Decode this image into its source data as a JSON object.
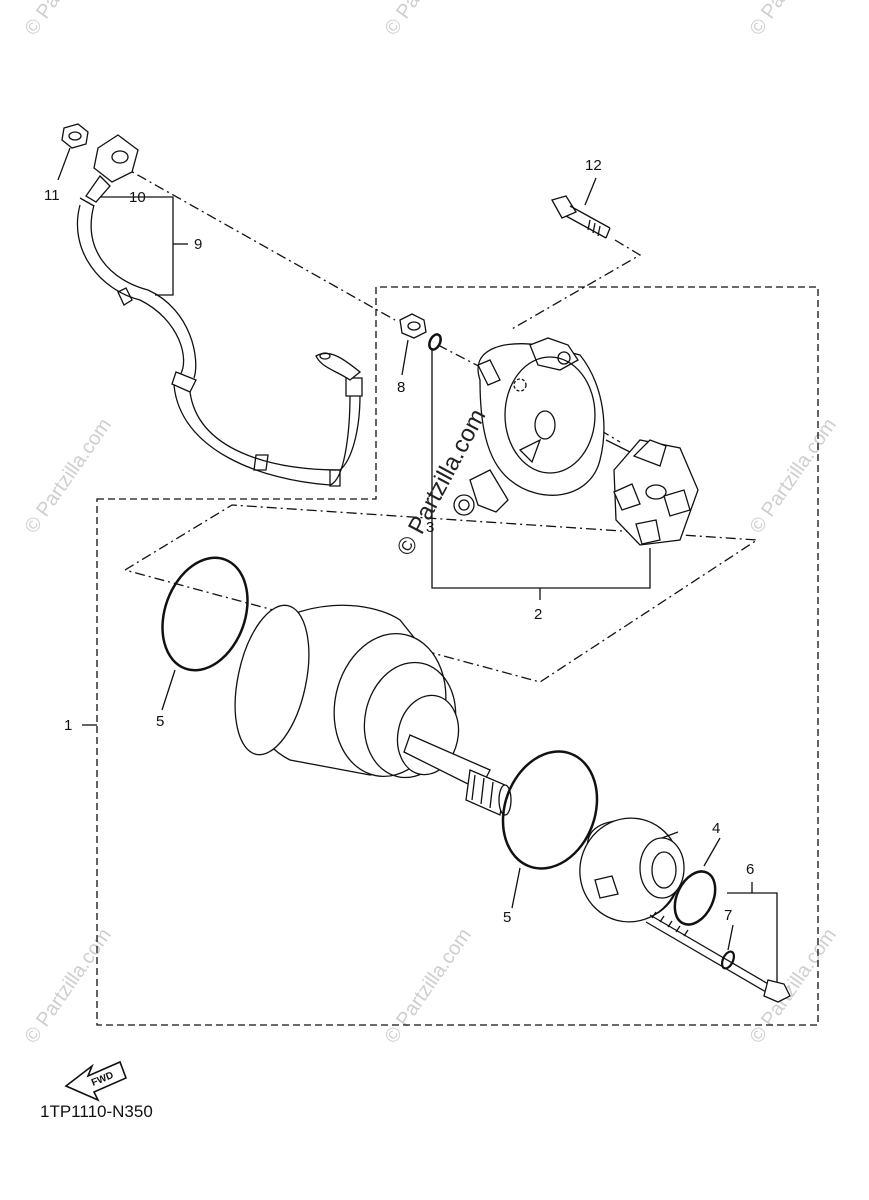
{
  "diagram_code": "1TP1110-N350",
  "fwd_label": "FWD",
  "watermark": "© Partzilla.com",
  "callouts": {
    "c1": "1",
    "c2": "2",
    "c3": "3",
    "c4": "4",
    "c5a": "5",
    "c5b": "5",
    "c6": "6",
    "c7": "7",
    "c8": "8",
    "c9": "9",
    "c10": "10",
    "c11": "11",
    "c12": "12"
  }
}
